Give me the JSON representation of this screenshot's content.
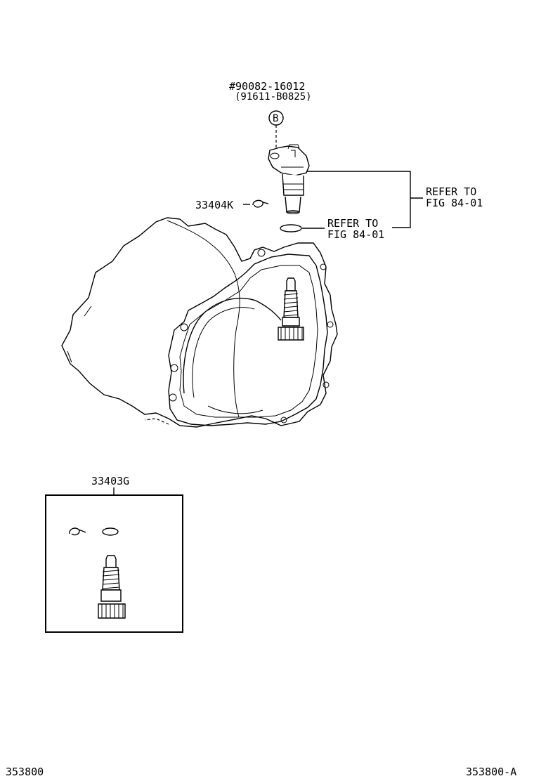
{
  "labels": {
    "bolt_part": "#90082-16012",
    "bolt_alt": "(91611-B0825)",
    "bolt_marker": "B",
    "refer_sensor_line1": "REFER TO",
    "refer_sensor_line2": "FIG 84-01",
    "clip_part": "33404K",
    "refer_oring_line1": "REFER TO",
    "refer_oring_line2": "FIG 84-01",
    "kit_part": "33403G",
    "footer_left": "353800",
    "footer_right": "353800-A"
  }
}
